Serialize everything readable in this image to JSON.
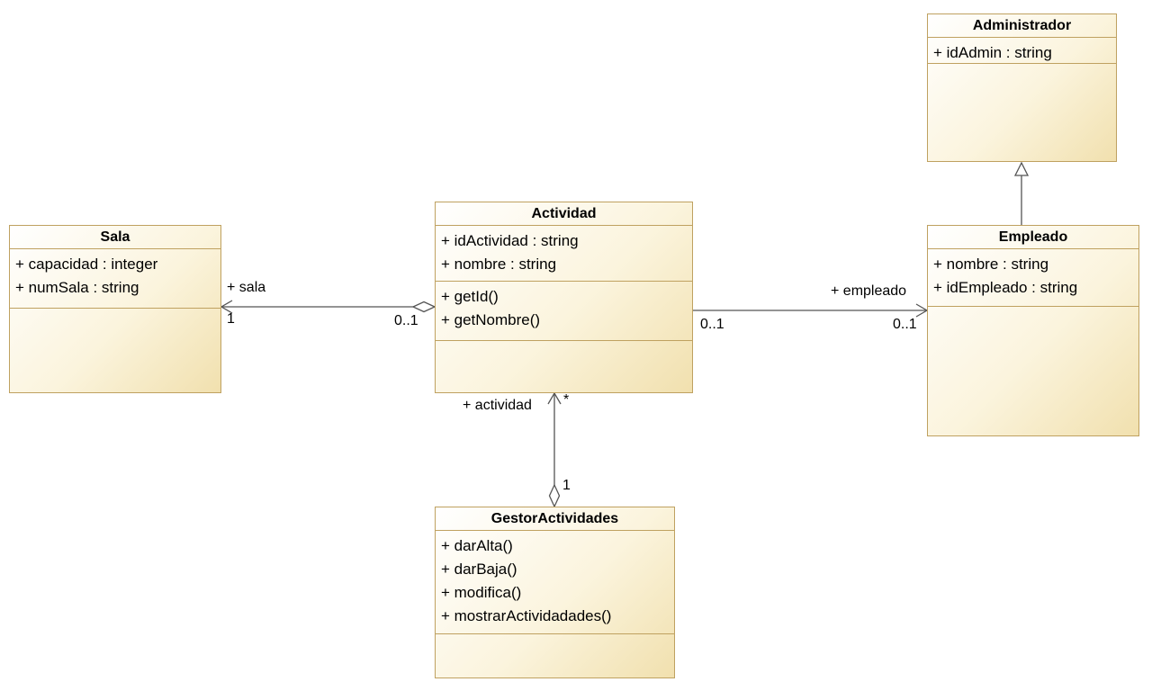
{
  "diagram": {
    "classes": {
      "sala": {
        "title": "Sala",
        "attributes": [
          "+ capacidad : integer",
          "+ numSala : string"
        ],
        "methods": []
      },
      "actividad": {
        "title": "Actividad",
        "attributes": [
          "+ idActividad : string",
          "+ nombre : string"
        ],
        "methods": [
          "+ getId()",
          "+ getNombre()"
        ]
      },
      "administrador": {
        "title": "Administrador",
        "attributes": [
          "+ idAdmin : string"
        ],
        "methods": []
      },
      "empleado": {
        "title": "Empleado",
        "attributes": [
          "+ nombre : string",
          "+ idEmpleado : string"
        ],
        "methods": []
      },
      "gestorActividades": {
        "title": "GestorActividades",
        "attributes": [],
        "methods": [
          "+ darAlta()",
          "+ darBaja()",
          "+ modifica()",
          "+ mostrarActividadades()"
        ]
      }
    },
    "relations": {
      "sala_actividad": {
        "type": "aggregation",
        "role": "+ sala",
        "mult_sala": "1",
        "mult_actividad": "0..1"
      },
      "actividad_empleado": {
        "type": "association",
        "role": "+ empleado",
        "mult_actividad": "0..1",
        "mult_empleado": "0..1"
      },
      "empleado_administrador": {
        "type": "generalization"
      },
      "gestor_actividad": {
        "type": "aggregation",
        "role": "+ actividad",
        "mult_actividad": "*",
        "mult_gestor": "1"
      }
    },
    "colors": {
      "box_border": "#bfa160",
      "box_fill_start": "#ffffff",
      "box_fill_end": "#f1e0ae",
      "wire": "#555555",
      "text": "#000000"
    }
  }
}
